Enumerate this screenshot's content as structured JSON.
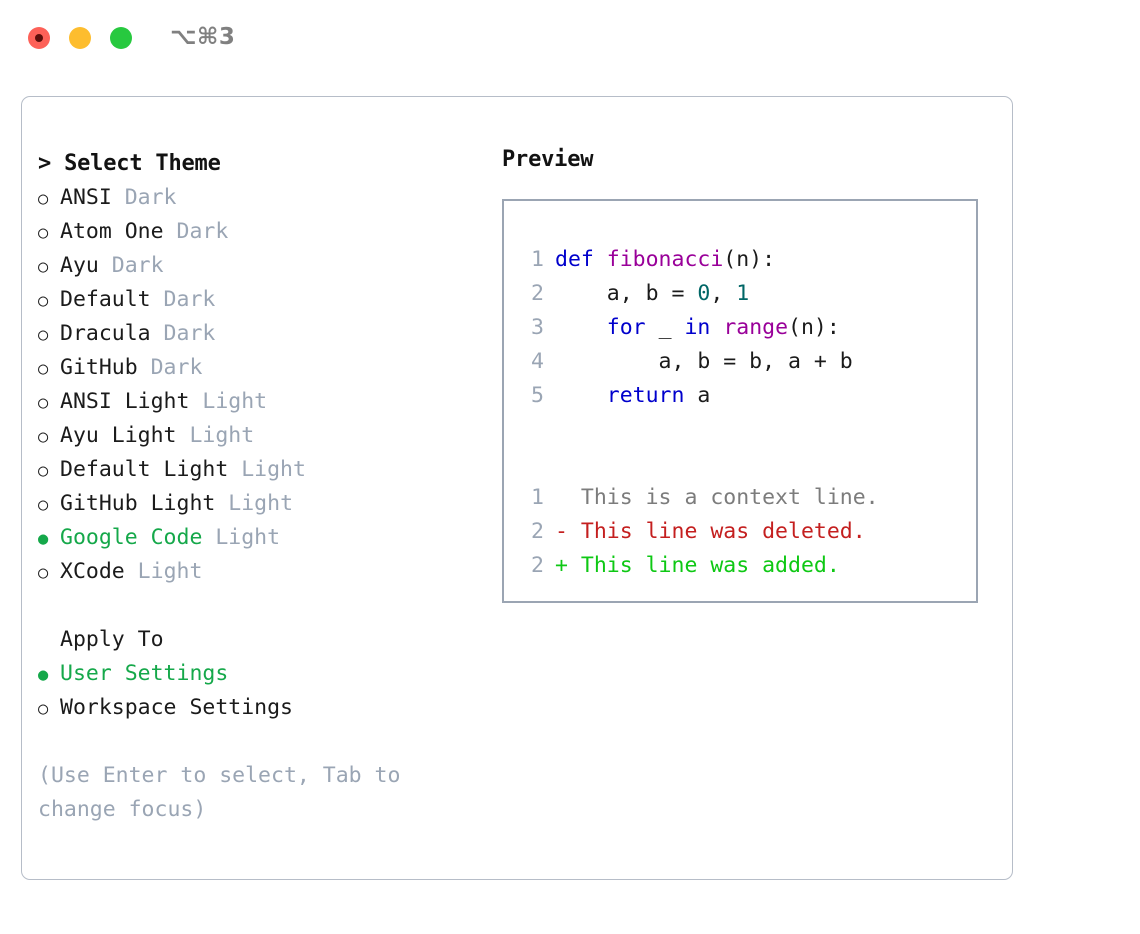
{
  "window": {
    "shortcut": "⌥⌘3",
    "traffic_lights": [
      "close-red",
      "minimize-yellow",
      "zoom-green"
    ]
  },
  "colors": {
    "accent_green": "#15a84a",
    "muted": "#9aa5b4",
    "keyword": "#0000cc",
    "function": "#990099",
    "number": "#006666",
    "diff_add": "#0ec814",
    "diff_del": "#c41f1f",
    "diff_ctx": "#7c7c7c",
    "border": "#b6bdc8"
  },
  "theme_panel": {
    "header": "> Select Theme",
    "bullet_off": "○",
    "bullet_on": "●",
    "items": [
      {
        "name": "ANSI",
        "kind": "Dark",
        "selected": false
      },
      {
        "name": "Atom One",
        "kind": "Dark",
        "selected": false
      },
      {
        "name": "Ayu",
        "kind": "Dark",
        "selected": false
      },
      {
        "name": "Default",
        "kind": "Dark",
        "selected": false
      },
      {
        "name": "Dracula",
        "kind": "Dark",
        "selected": false
      },
      {
        "name": "GitHub",
        "kind": "Dark",
        "selected": false
      },
      {
        "name": "ANSI Light",
        "kind": "Light",
        "selected": false
      },
      {
        "name": "Ayu Light",
        "kind": "Light",
        "selected": false
      },
      {
        "name": "Default Light",
        "kind": "Light",
        "selected": false
      },
      {
        "name": "GitHub Light",
        "kind": "Light",
        "selected": false
      },
      {
        "name": "Google Code",
        "kind": "Light",
        "selected": true
      },
      {
        "name": "XCode",
        "kind": "Light",
        "selected": false
      }
    ]
  },
  "apply_to": {
    "header": "Apply To",
    "options": [
      {
        "label": "User Settings",
        "selected": true
      },
      {
        "label": "Workspace Settings",
        "selected": false
      }
    ]
  },
  "hint": "(Use Enter to select, Tab to change focus)",
  "preview": {
    "title": "Preview",
    "code_lines": [
      {
        "no": "1",
        "tokens": [
          {
            "t": "def ",
            "c": "kw"
          },
          {
            "t": "fibonacci",
            "c": "fn"
          },
          {
            "t": "(n):",
            "c": "punc"
          }
        ]
      },
      {
        "no": "2",
        "tokens": [
          {
            "t": "    a, b = ",
            "c": "plain"
          },
          {
            "t": "0",
            "c": "num"
          },
          {
            "t": ", ",
            "c": "plain"
          },
          {
            "t": "1",
            "c": "num"
          }
        ]
      },
      {
        "no": "3",
        "tokens": [
          {
            "t": "    ",
            "c": "plain"
          },
          {
            "t": "for",
            "c": "kw"
          },
          {
            "t": " _ ",
            "c": "plain"
          },
          {
            "t": "in",
            "c": "kw"
          },
          {
            "t": " ",
            "c": "plain"
          },
          {
            "t": "range",
            "c": "fn"
          },
          {
            "t": "(n):",
            "c": "punc"
          }
        ]
      },
      {
        "no": "4",
        "tokens": [
          {
            "t": "        a, b = b, a + b",
            "c": "plain"
          }
        ]
      },
      {
        "no": "5",
        "tokens": [
          {
            "t": "    ",
            "c": "plain"
          },
          {
            "t": "return",
            "c": "kw"
          },
          {
            "t": " a",
            "c": "plain"
          }
        ]
      }
    ],
    "diff_lines": [
      {
        "no": "1",
        "marker": "  ",
        "text": "This is a context line.",
        "kind": "ctx"
      },
      {
        "no": "2",
        "marker": "- ",
        "text": "This line was deleted.",
        "kind": "del"
      },
      {
        "no": "2",
        "marker": "+ ",
        "text": "This line was added.",
        "kind": "add"
      }
    ]
  }
}
